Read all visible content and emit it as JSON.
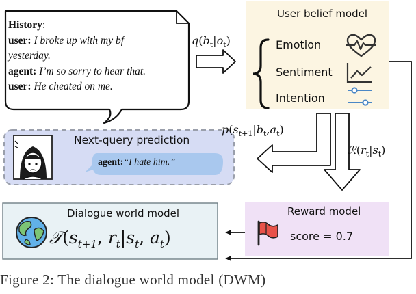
{
  "history": {
    "title": "History",
    "colon": ":",
    "lines": [
      {
        "speaker": "user:",
        "text": "I broke up with my bf"
      },
      {
        "speaker": "",
        "text": "yesterday."
      },
      {
        "speaker": "agent:",
        "text": "I’m so sorry to hear that."
      },
      {
        "speaker": "user:",
        "text": "He cheated on me."
      }
    ]
  },
  "belief_model": {
    "title": "User belief model",
    "items": [
      {
        "label": "Emotion",
        "icon": "heart-pulse-icon"
      },
      {
        "label": "Sentiment",
        "icon": "line-chart-icon"
      },
      {
        "label": "Intention",
        "icon": "sliders-icon"
      }
    ],
    "fill": "#fcf5e2"
  },
  "edges": {
    "belief": "q(b_t|o_t)",
    "next_query": "p(s_{t+1}|b_t,a_t)",
    "reward": "R(r_t|s_t)"
  },
  "next_query": {
    "title": "Next-query prediction",
    "reply_speaker": "agent:",
    "reply_text": "“I hate him.”",
    "fill": "#d6dcf4"
  },
  "world_model": {
    "title": "Dialogue world model",
    "formula": "T(s_{t+1}, r_t|s_t, a_t)",
    "fill": "#e9f2f5"
  },
  "reward_model": {
    "title": "Reward model",
    "score_label": "score",
    "score_value": "= 0.7",
    "fill": "#f0e1f6"
  },
  "caption": "Figure 2:    The dialogue world model (DWM)"
}
